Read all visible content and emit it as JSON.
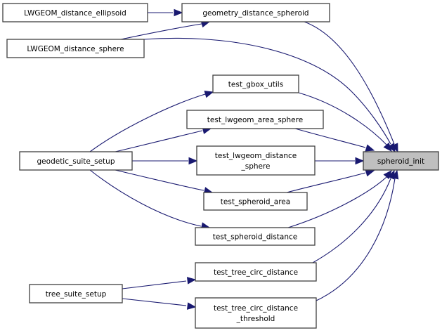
{
  "diagram": {
    "type": "call-graph",
    "root": "spheroid_init",
    "edge_color": "#191970",
    "root_fill": "#bfbfbf",
    "nodes": [
      {
        "id": "lwgeom_distance_ellipsoid",
        "lines": [
          "LWGEOM_distance_ellipsoid"
        ]
      },
      {
        "id": "geometry_distance_spheroid",
        "lines": [
          "geometry_distance_spheroid"
        ]
      },
      {
        "id": "lwgeom_distance_sphere",
        "lines": [
          "LWGEOM_distance_sphere"
        ]
      },
      {
        "id": "test_gbox_utils",
        "lines": [
          "test_gbox_utils"
        ]
      },
      {
        "id": "test_lwgeom_area_sphere",
        "lines": [
          "test_lwgeom_area_sphere"
        ]
      },
      {
        "id": "geodetic_suite_setup",
        "lines": [
          "geodetic_suite_setup"
        ]
      },
      {
        "id": "test_lwgeom_distance_sphere",
        "lines": [
          "test_lwgeom_distance",
          "_sphere"
        ]
      },
      {
        "id": "spheroid_init",
        "lines": [
          "spheroid_init"
        ]
      },
      {
        "id": "test_spheroid_area",
        "lines": [
          "test_spheroid_area"
        ]
      },
      {
        "id": "test_spheroid_distance",
        "lines": [
          "test_spheroid_distance"
        ]
      },
      {
        "id": "test_tree_circ_distance",
        "lines": [
          "test_tree_circ_distance"
        ]
      },
      {
        "id": "tree_suite_setup",
        "lines": [
          "tree_suite_setup"
        ]
      },
      {
        "id": "test_tree_circ_distance_threshold",
        "lines": [
          "test_tree_circ_distance",
          "_threshold"
        ]
      }
    ],
    "edges": [
      {
        "from": "lwgeom_distance_ellipsoid",
        "to": "geometry_distance_spheroid"
      },
      {
        "from": "lwgeom_distance_sphere",
        "to": "geometry_distance_spheroid"
      },
      {
        "from": "geometry_distance_spheroid",
        "to": "spheroid_init"
      },
      {
        "from": "lwgeom_distance_sphere",
        "to": "spheroid_init"
      },
      {
        "from": "test_gbox_utils",
        "to": "spheroid_init"
      },
      {
        "from": "test_lwgeom_area_sphere",
        "to": "spheroid_init"
      },
      {
        "from": "test_lwgeom_distance_sphere",
        "to": "spheroid_init"
      },
      {
        "from": "test_spheroid_area",
        "to": "spheroid_init"
      },
      {
        "from": "test_spheroid_distance",
        "to": "spheroid_init"
      },
      {
        "from": "test_tree_circ_distance",
        "to": "spheroid_init"
      },
      {
        "from": "test_tree_circ_distance_threshold",
        "to": "spheroid_init"
      },
      {
        "from": "geodetic_suite_setup",
        "to": "test_gbox_utils"
      },
      {
        "from": "geodetic_suite_setup",
        "to": "test_lwgeom_area_sphere"
      },
      {
        "from": "geodetic_suite_setup",
        "to": "test_lwgeom_distance_sphere"
      },
      {
        "from": "geodetic_suite_setup",
        "to": "test_spheroid_area"
      },
      {
        "from": "geodetic_suite_setup",
        "to": "test_spheroid_distance"
      },
      {
        "from": "tree_suite_setup",
        "to": "test_tree_circ_distance"
      },
      {
        "from": "tree_suite_setup",
        "to": "test_tree_circ_distance_threshold"
      }
    ]
  }
}
